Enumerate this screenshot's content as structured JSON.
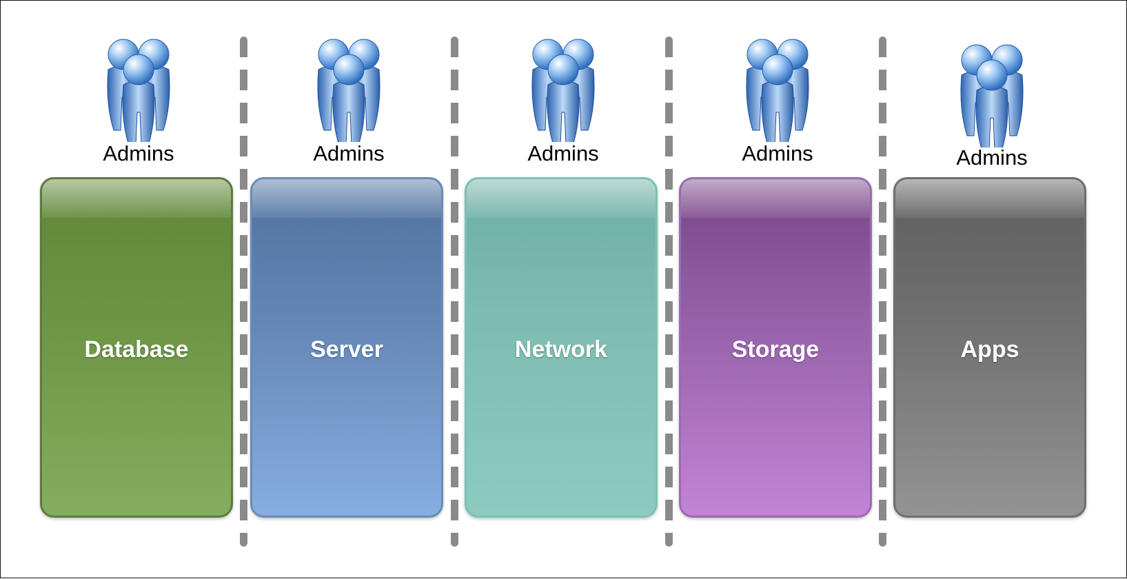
{
  "columns": [
    {
      "admin_label": "Admins",
      "box_label": "Database",
      "icon": "admins-group-icon",
      "color": "#6b9443"
    },
    {
      "admin_label": "Admins",
      "box_label": "Server",
      "icon": "admins-group-icon",
      "color": "#6285b5"
    },
    {
      "admin_label": "Admins",
      "box_label": "Network",
      "icon": "admins-group-icon",
      "color": "#7ebcb0"
    },
    {
      "admin_label": "Admins",
      "box_label": "Storage",
      "icon": "admins-group-icon",
      "color": "#9460a8"
    },
    {
      "admin_label": "Admins",
      "box_label": "Apps",
      "icon": "admins-group-icon",
      "color": "#6f6f6f"
    }
  ]
}
